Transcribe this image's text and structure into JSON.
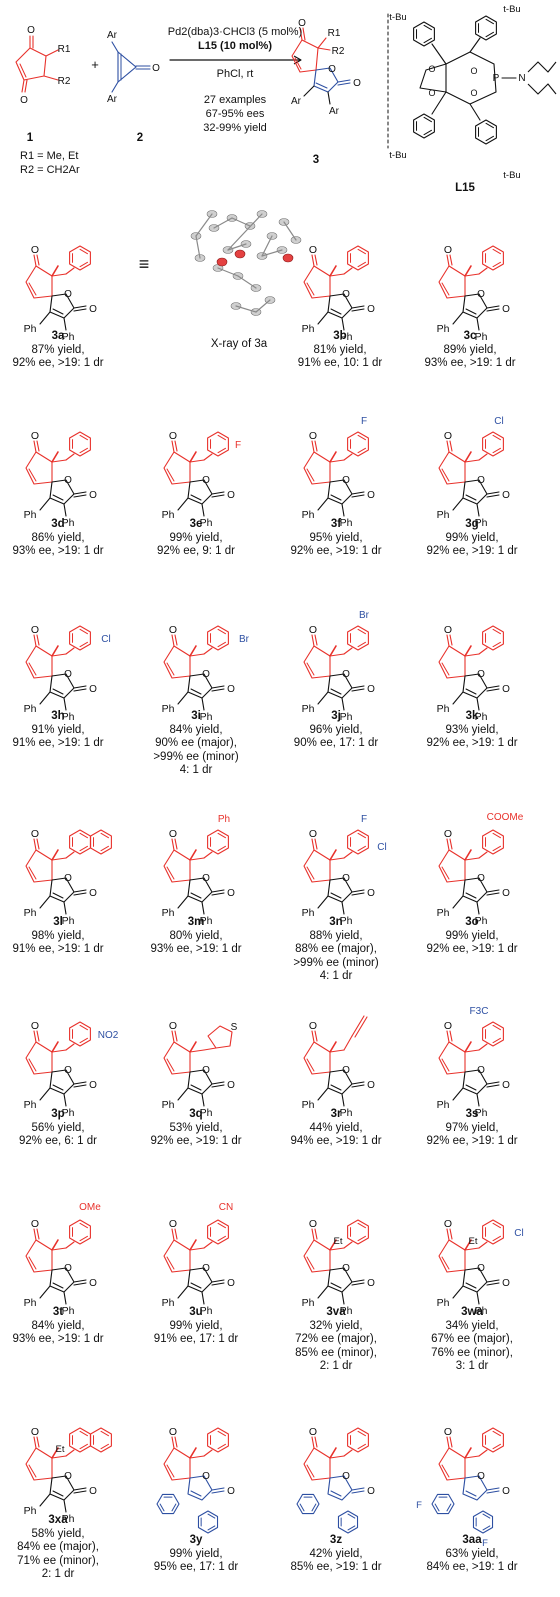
{
  "header": {
    "reactant1_label": "1",
    "reactant2_label": "2",
    "product_label": "3",
    "ligand_label": "L15",
    "plus": "+",
    "catalyst": "Pd2(dba)3·CHCl3 (5 mol%)",
    "ligand_loading": "L15 (10 mol%)",
    "solvent": "PhCl, rt",
    "examples": "27 examples",
    "ees": "67-95% ees",
    "yields": "32-99% yield",
    "r1_def": "R1 = Me, Et",
    "r2_def": "R2 = CH2Ar",
    "xray_caption": "X-ray of 3a",
    "equiv_symbol": "≡"
  },
  "colors": {
    "red": "#e8312b",
    "blue": "#2d4fa2",
    "black": "#111111"
  },
  "entries": [
    {
      "id": "3a",
      "lines": [
        "87% yield,",
        "92% ee, >19: 1 dr"
      ]
    },
    {
      "id": "3b",
      "lines": [
        "81% yield,",
        "91% ee, 10: 1 dr"
      ]
    },
    {
      "id": "3c",
      "lines": [
        "89% yield,",
        "93% ee, >19: 1 dr"
      ]
    },
    {
      "id": "3d",
      "lines": [
        "86% yield,",
        "93% ee, >19: 1 dr"
      ]
    },
    {
      "id": "3e",
      "lines": [
        "99% yield,",
        "92% ee, 9: 1 dr"
      ]
    },
    {
      "id": "3f",
      "lines": [
        "95% yield,",
        "92% ee, >19: 1 dr"
      ]
    },
    {
      "id": "3g",
      "lines": [
        "99% yield,",
        "92% ee, >19: 1 dr"
      ]
    },
    {
      "id": "3h",
      "lines": [
        "91% yield,",
        "91% ee, >19: 1 dr"
      ]
    },
    {
      "id": "3i",
      "lines": [
        "84% yield,",
        "90% ee (major),",
        ">99% ee (minor)",
        "4: 1 dr"
      ]
    },
    {
      "id": "3j",
      "lines": [
        "96% yield,",
        "90% ee, 17: 1 dr"
      ]
    },
    {
      "id": "3k",
      "lines": [
        "93% yield,",
        "92% ee, >19: 1 dr"
      ]
    },
    {
      "id": "3l",
      "lines": [
        "98% yield,",
        "91% ee, >19: 1 dr"
      ]
    },
    {
      "id": "3m",
      "lines": [
        "80% yield,",
        "93% ee, >19: 1 dr"
      ]
    },
    {
      "id": "3n",
      "lines": [
        "88% yield,",
        "88% ee (major),",
        ">99% ee (minor)",
        "4: 1 dr"
      ]
    },
    {
      "id": "3o",
      "lines": [
        "99% yield,",
        "92% ee, >19: 1 dr"
      ]
    },
    {
      "id": "3p",
      "lines": [
        "56% yield,",
        "92% ee, 6: 1 dr"
      ]
    },
    {
      "id": "3q",
      "lines": [
        "53% yield,",
        "92% ee, >19: 1 dr"
      ]
    },
    {
      "id": "3r",
      "lines": [
        "44% yield,",
        "94% ee, >19: 1 dr"
      ]
    },
    {
      "id": "3s",
      "lines": [
        "97% yield,",
        "92% ee, >19: 1 dr"
      ]
    },
    {
      "id": "3t",
      "lines": [
        "84% yield,",
        "93% ee, >19: 1 dr"
      ]
    },
    {
      "id": "3u",
      "lines": [
        "99% yield,",
        "91% ee, 17: 1 dr"
      ]
    },
    {
      "id": "3va",
      "lines": [
        "32% yield,",
        "72% ee (major),",
        "85% ee (minor),",
        "2: 1 dr"
      ]
    },
    {
      "id": "3wa",
      "lines": [
        "34% yield,",
        "67% ee (major),",
        "76% ee (minor),",
        "3: 1 dr"
      ]
    },
    {
      "id": "3xa",
      "lines": [
        "58% yield,",
        "84% ee (major),",
        "71% ee (minor),",
        "2: 1 dr"
      ]
    },
    {
      "id": "3y",
      "lines": [
        "99% yield,",
        "95% ee, 17: 1 dr"
      ]
    },
    {
      "id": "3z",
      "lines": [
        "42% yield,",
        "85% ee, >19: 1 dr"
      ]
    },
    {
      "id": "3aa",
      "lines": [
        "63% yield,",
        "84% ee, >19: 1 dr"
      ]
    }
  ],
  "substituents": {
    "3b": "",
    "3c": "",
    "3d": "",
    "3e": "F",
    "3f": "F",
    "3g": "Cl",
    "3h": "Cl",
    "3i": "Br",
    "3j": "Br",
    "3k": "",
    "3m": "Ph",
    "3n_f": "F",
    "3n_cl": "Cl",
    "3o": "COOMe",
    "3p": "NO2",
    "3q": "S",
    "3s": "F3C",
    "3t": "OMe",
    "3u": "CN",
    "3wa": "Cl",
    "3aa": "F",
    "et": "Et",
    "ph": "Ph",
    "ar": "Ar",
    "o": "O",
    "tbu": "t-Bu",
    "P": "P",
    "N": "N",
    "R1": "R1",
    "R2": "R2"
  }
}
